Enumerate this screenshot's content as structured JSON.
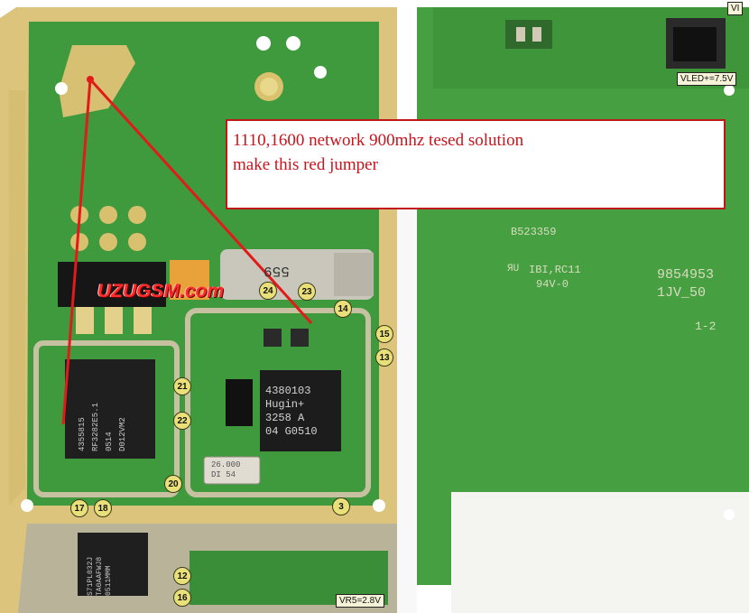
{
  "note": {
    "line1": "1110,1600 network 900mhz tesed solution",
    "line2": "make this red jumper"
  },
  "watermark": "UZUGSM.com",
  "voltage_labels": {
    "vled": "VLED+=7.5V",
    "vr5": "VR5=2.8V",
    "top_right": "VI"
  },
  "pcb_markings": {
    "code": "B523359",
    "ul_line1": "IBI,RC11",
    "ul_line2": "94V-0",
    "part_line1": "9854953",
    "part_line2": "1JV_50",
    "rev": "1-2",
    "ul_symbol": "ЯU"
  },
  "chips": {
    "hugin": [
      "4380103",
      "Hugin+",
      "3258 A",
      "04 G0510"
    ],
    "rf": [
      "4355815",
      "RF3282E5.1",
      "0514",
      "D012VM2"
    ],
    "crystal": [
      "26.000",
      "DI 54"
    ],
    "flash": [
      "S71PL032J",
      "TA0AAFWJ8",
      "0511MMM"
    ],
    "vib": "559"
  },
  "test_points": [
    "24",
    "23",
    "14",
    "15",
    "13",
    "21",
    "22",
    "20",
    "3",
    "17",
    "18",
    "12",
    "16"
  ],
  "colors": {
    "pcb": "#3f9c3c",
    "gold": "#d9c477",
    "jumper": "#e31818",
    "badge": "#e9e07a"
  }
}
